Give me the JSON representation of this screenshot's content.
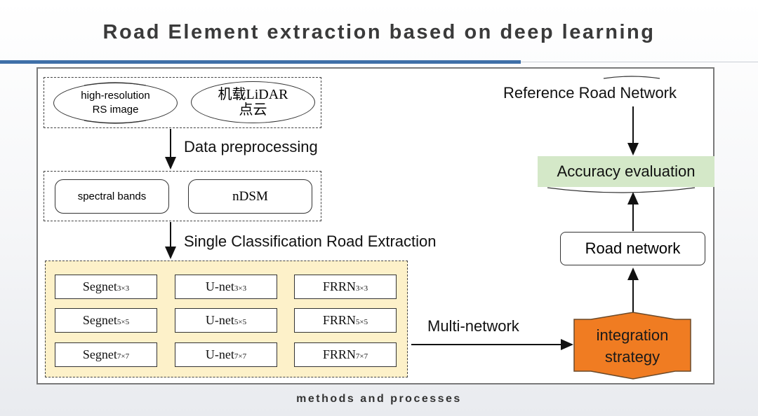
{
  "title": "Road Element extraction based on deep learning",
  "footer": "methods and processes",
  "inputs": {
    "rs_image": "high-resolution RS image",
    "lidar": "机载LiDAR 点云"
  },
  "steps": {
    "preprocessing": "Data preprocessing",
    "single_extraction": "Single Classification Road Extraction",
    "multi_network": "Multi-network"
  },
  "features": {
    "spectral": "spectral bands",
    "ndsm": "nDSM"
  },
  "networks": [
    {
      "name": "Segnet",
      "sub": "3×3"
    },
    {
      "name": "U-net",
      "sub": "3×3"
    },
    {
      "name": "FRRN",
      "sub": "3×3"
    },
    {
      "name": "Segnet",
      "sub": "5×5"
    },
    {
      "name": "U-net",
      "sub": "5×5"
    },
    {
      "name": "FRRN",
      "sub": "5×5"
    },
    {
      "name": "Segnet",
      "sub": "7×7"
    },
    {
      "name": "U-net",
      "sub": "7×7"
    },
    {
      "name": "FRRN",
      "sub": "7×7"
    }
  ],
  "right": {
    "reference": "Reference Road Network",
    "accuracy": "Accuracy evaluation",
    "road_network": "Road network",
    "integration": "integration strategy"
  },
  "colors": {
    "accent_rule": "#3f6fa8",
    "accuracy_bg": "#d4e8c8",
    "integration_bg": "#f07c22",
    "networks_bg": "#fdf1c9"
  }
}
